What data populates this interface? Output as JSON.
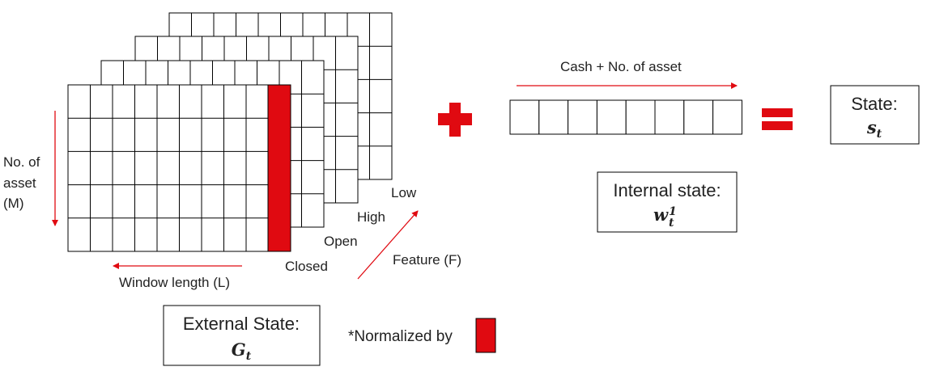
{
  "colors": {
    "accent": "#e00a11",
    "grid_line": "#000000",
    "text": "#222222"
  },
  "grid": {
    "rows": 5,
    "cols": 10,
    "layers": 4
  },
  "feature_layers": [
    "Closed",
    "Open",
    "High",
    "Low"
  ],
  "axis_labels": {
    "assets": [
      "No. of",
      "asset",
      "(M)"
    ],
    "window": "Window length (L)",
    "feature": "Feature (F)"
  },
  "cash_vector": {
    "label": "Cash + No. of asset",
    "cells": 8
  },
  "operators": {
    "plus": "plus-sign",
    "equals": "equals-sign"
  },
  "external_state": {
    "title": "External State:",
    "symbol": "G",
    "subscript": "t"
  },
  "internal_state": {
    "title": "Internal state:",
    "symbol": "w",
    "subscript": "t",
    "superscript": "1"
  },
  "state": {
    "title": "State:",
    "symbol": "s",
    "subscript": "t"
  },
  "note": {
    "text": "*Normalized by"
  }
}
